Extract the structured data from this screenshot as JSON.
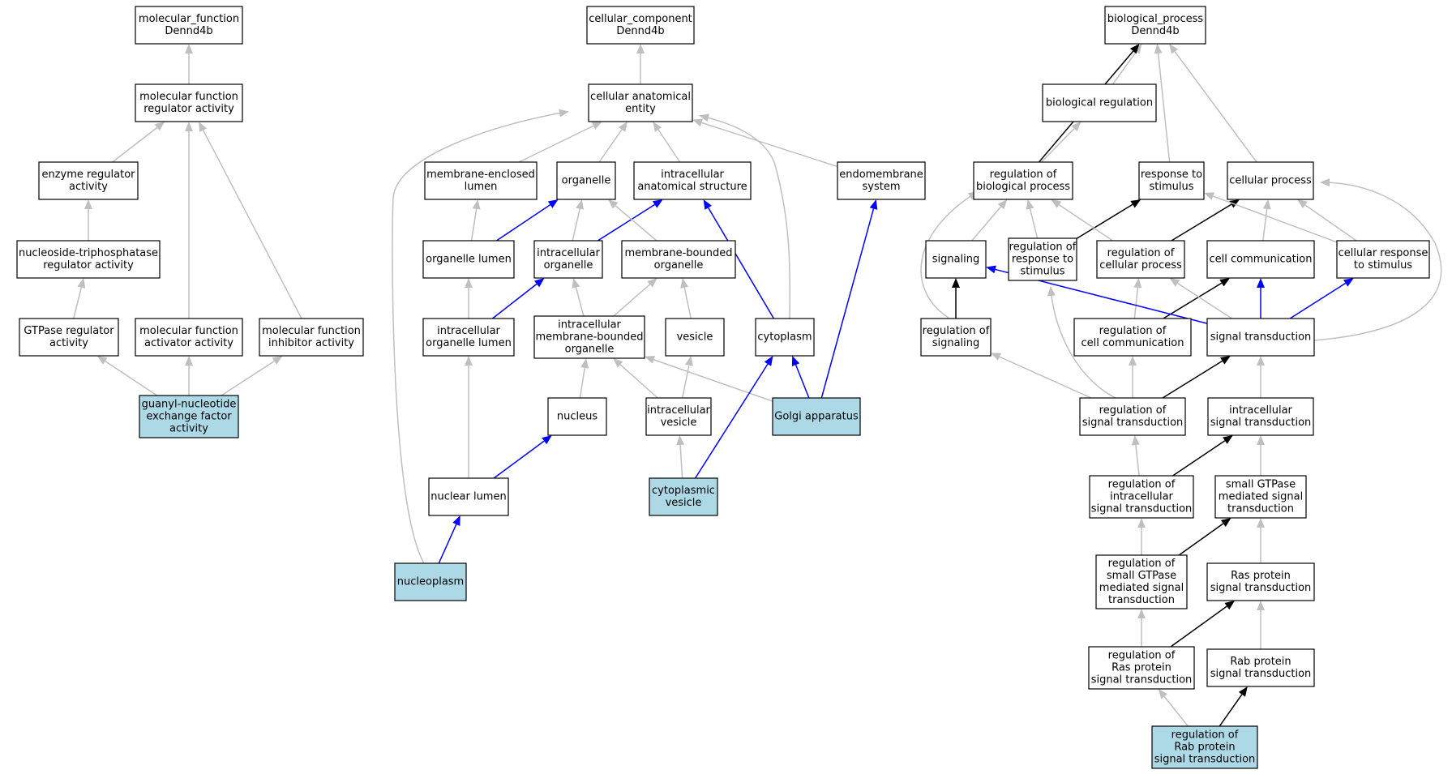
{
  "colors": {
    "is_a": "#bfbfbf",
    "part_of": "#0000ff",
    "regulates": "#000000",
    "annotated_fill": "#add8e6",
    "node_fill": "#ffffff"
  },
  "nodes": [
    {
      "id": "mf_root",
      "lines": [
        "molecular_function",
        "Dennd4b"
      ],
      "annotated": false
    },
    {
      "id": "mf_regulator",
      "lines": [
        "molecular function",
        "regulator activity"
      ],
      "annotated": false
    },
    {
      "id": "enzyme_regulator",
      "lines": [
        "enzyme regulator",
        "activity"
      ],
      "annotated": false
    },
    {
      "id": "ntpase_regulator",
      "lines": [
        "nucleoside-triphosphatase",
        "regulator activity"
      ],
      "annotated": false
    },
    {
      "id": "gtpase_regulator",
      "lines": [
        "GTPase regulator",
        "activity"
      ],
      "annotated": false
    },
    {
      "id": "mf_activator",
      "lines": [
        "molecular function",
        "activator activity"
      ],
      "annotated": false
    },
    {
      "id": "mf_inhibitor",
      "lines": [
        "molecular function",
        "inhibitor activity"
      ],
      "annotated": false
    },
    {
      "id": "gnef",
      "lines": [
        "guanyl-nucleotide",
        "exchange factor",
        "activity"
      ],
      "annotated": true
    },
    {
      "id": "cc_root",
      "lines": [
        "cellular_component",
        "Dennd4b"
      ],
      "annotated": false
    },
    {
      "id": "cae",
      "lines": [
        "cellular anatomical",
        "entity"
      ],
      "annotated": false
    },
    {
      "id": "mem_enclosed_lumen",
      "lines": [
        "membrane-enclosed",
        "lumen"
      ],
      "annotated": false
    },
    {
      "id": "organelle",
      "lines": [
        "organelle"
      ],
      "annotated": false
    },
    {
      "id": "ias",
      "lines": [
        "intracellular",
        "anatomical structure"
      ],
      "annotated": false
    },
    {
      "id": "endomembrane",
      "lines": [
        "endomembrane",
        "system"
      ],
      "annotated": false
    },
    {
      "id": "organelle_lumen",
      "lines": [
        "organelle lumen"
      ],
      "annotated": false
    },
    {
      "id": "intra_organelle",
      "lines": [
        "intracellular",
        "organelle"
      ],
      "annotated": false
    },
    {
      "id": "mem_bounded_org",
      "lines": [
        "membrane-bounded",
        "organelle"
      ],
      "annotated": false
    },
    {
      "id": "intra_org_lumen",
      "lines": [
        "intracellular",
        "organelle lumen"
      ],
      "annotated": false
    },
    {
      "id": "intra_mb_org",
      "lines": [
        "intracellular",
        "membrane-bounded",
        "organelle"
      ],
      "annotated": false
    },
    {
      "id": "vesicle",
      "lines": [
        "vesicle"
      ],
      "annotated": false
    },
    {
      "id": "cytoplasm",
      "lines": [
        "cytoplasm"
      ],
      "annotated": false
    },
    {
      "id": "nucleus",
      "lines": [
        "nucleus"
      ],
      "annotated": false
    },
    {
      "id": "intra_vesicle",
      "lines": [
        "intracellular",
        "vesicle"
      ],
      "annotated": false
    },
    {
      "id": "golgi",
      "lines": [
        "Golgi apparatus"
      ],
      "annotated": true
    },
    {
      "id": "nuclear_lumen",
      "lines": [
        "nuclear lumen"
      ],
      "annotated": false
    },
    {
      "id": "cyto_vesicle",
      "lines": [
        "cytoplasmic",
        "vesicle"
      ],
      "annotated": true
    },
    {
      "id": "nucleoplasm",
      "lines": [
        "nucleoplasm"
      ],
      "annotated": true
    },
    {
      "id": "bp_root",
      "lines": [
        "biological_process",
        "Dennd4b"
      ],
      "annotated": false
    },
    {
      "id": "bio_regulation",
      "lines": [
        "biological regulation"
      ],
      "annotated": false
    },
    {
      "id": "reg_bio_process",
      "lines": [
        "regulation of",
        "biological process"
      ],
      "annotated": false
    },
    {
      "id": "resp_stimulus",
      "lines": [
        "response to",
        "stimulus"
      ],
      "annotated": false
    },
    {
      "id": "cell_process",
      "lines": [
        "cellular process"
      ],
      "annotated": false
    },
    {
      "id": "signaling",
      "lines": [
        "signaling"
      ],
      "annotated": false
    },
    {
      "id": "reg_resp_stim",
      "lines": [
        "regulation of",
        "response to",
        "stimulus"
      ],
      "annotated": false
    },
    {
      "id": "reg_cell_process",
      "lines": [
        "regulation of",
        "cellular process"
      ],
      "annotated": false
    },
    {
      "id": "cell_comm",
      "lines": [
        "cell communication"
      ],
      "annotated": false
    },
    {
      "id": "cell_resp_stim",
      "lines": [
        "cellular response",
        "to stimulus"
      ],
      "annotated": false
    },
    {
      "id": "reg_signaling",
      "lines": [
        "regulation of",
        "signaling"
      ],
      "annotated": false
    },
    {
      "id": "reg_cell_comm",
      "lines": [
        "regulation of",
        "cell communication"
      ],
      "annotated": false
    },
    {
      "id": "sig_trans",
      "lines": [
        "signal transduction"
      ],
      "annotated": false
    },
    {
      "id": "reg_sig_trans",
      "lines": [
        "regulation of",
        "signal transduction"
      ],
      "annotated": false
    },
    {
      "id": "intra_sig_trans",
      "lines": [
        "intracellular",
        "signal transduction"
      ],
      "annotated": false
    },
    {
      "id": "reg_intra_sig",
      "lines": [
        "regulation of",
        "intracellular",
        "signal transduction"
      ],
      "annotated": false
    },
    {
      "id": "small_gtpase_sig",
      "lines": [
        "small GTPase",
        "mediated signal",
        "transduction"
      ],
      "annotated": false
    },
    {
      "id": "reg_small_gtpase",
      "lines": [
        "regulation of",
        "small GTPase",
        "mediated signal",
        "transduction"
      ],
      "annotated": false
    },
    {
      "id": "ras_sig",
      "lines": [
        "Ras protein",
        "signal transduction"
      ],
      "annotated": false
    },
    {
      "id": "reg_ras",
      "lines": [
        "regulation of",
        "Ras protein",
        "signal transduction"
      ],
      "annotated": false
    },
    {
      "id": "rab_sig",
      "lines": [
        "Rab protein",
        "signal transduction"
      ],
      "annotated": false
    },
    {
      "id": "reg_rab",
      "lines": [
        "regulation of",
        "Rab protein",
        "signal transduction"
      ],
      "annotated": true
    }
  ],
  "edges": [
    {
      "from": "mf_regulator",
      "to": "mf_root",
      "type": "is_a"
    },
    {
      "from": "enzyme_regulator",
      "to": "mf_regulator",
      "type": "is_a"
    },
    {
      "from": "ntpase_regulator",
      "to": "enzyme_regulator",
      "type": "is_a"
    },
    {
      "from": "gtpase_regulator",
      "to": "ntpase_regulator",
      "type": "is_a"
    },
    {
      "from": "mf_activator",
      "to": "mf_regulator",
      "type": "is_a"
    },
    {
      "from": "mf_inhibitor",
      "to": "mf_regulator",
      "type": "is_a"
    },
    {
      "from": "gnef",
      "to": "gtpase_regulator",
      "type": "is_a"
    },
    {
      "from": "gnef",
      "to": "mf_activator",
      "type": "is_a"
    },
    {
      "from": "gnef",
      "to": "mf_inhibitor",
      "type": "is_a"
    },
    {
      "from": "cae",
      "to": "cc_root",
      "type": "is_a"
    },
    {
      "from": "mem_enclosed_lumen",
      "to": "cae",
      "type": "is_a"
    },
    {
      "from": "organelle",
      "to": "cae",
      "type": "is_a"
    },
    {
      "from": "ias",
      "to": "cae",
      "type": "is_a"
    },
    {
      "from": "endomembrane",
      "to": "cae",
      "type": "is_a"
    },
    {
      "from": "cytoplasm",
      "to": "cae",
      "type": "is_a"
    },
    {
      "from": "nucleoplasm",
      "to": "cae",
      "type": "is_a"
    },
    {
      "from": "organelle_lumen",
      "to": "mem_enclosed_lumen",
      "type": "is_a"
    },
    {
      "from": "organelle_lumen",
      "to": "organelle",
      "type": "part_of"
    },
    {
      "from": "intra_organelle",
      "to": "organelle",
      "type": "is_a"
    },
    {
      "from": "intra_organelle",
      "to": "ias",
      "type": "part_of"
    },
    {
      "from": "mem_bounded_org",
      "to": "organelle",
      "type": "is_a"
    },
    {
      "from": "intra_org_lumen",
      "to": "organelle_lumen",
      "type": "is_a"
    },
    {
      "from": "intra_org_lumen",
      "to": "intra_organelle",
      "type": "part_of"
    },
    {
      "from": "intra_mb_org",
      "to": "intra_organelle",
      "type": "is_a"
    },
    {
      "from": "intra_mb_org",
      "to": "mem_bounded_org",
      "type": "is_a"
    },
    {
      "from": "vesicle",
      "to": "mem_bounded_org",
      "type": "is_a"
    },
    {
      "from": "cytoplasm",
      "to": "ias",
      "type": "part_of"
    },
    {
      "from": "nucleus",
      "to": "intra_mb_org",
      "type": "is_a"
    },
    {
      "from": "intra_vesicle",
      "to": "intra_mb_org",
      "type": "is_a"
    },
    {
      "from": "intra_vesicle",
      "to": "vesicle",
      "type": "is_a"
    },
    {
      "from": "golgi",
      "to": "intra_mb_org",
      "type": "is_a"
    },
    {
      "from": "golgi",
      "to": "cytoplasm",
      "type": "part_of"
    },
    {
      "from": "golgi",
      "to": "endomembrane",
      "type": "part_of"
    },
    {
      "from": "nuclear_lumen",
      "to": "intra_org_lumen",
      "type": "is_a"
    },
    {
      "from": "nuclear_lumen",
      "to": "nucleus",
      "type": "part_of"
    },
    {
      "from": "cyto_vesicle",
      "to": "intra_vesicle",
      "type": "is_a"
    },
    {
      "from": "cyto_vesicle",
      "to": "cytoplasm",
      "type": "part_of"
    },
    {
      "from": "nucleoplasm",
      "to": "nuclear_lumen",
      "type": "part_of"
    },
    {
      "from": "bio_regulation",
      "to": "bp_root",
      "type": "is_a"
    },
    {
      "from": "reg_bio_process",
      "to": "bp_root",
      "type": "regulates"
    },
    {
      "from": "reg_bio_process",
      "to": "bio_regulation",
      "type": "is_a"
    },
    {
      "from": "resp_stimulus",
      "to": "bp_root",
      "type": "is_a"
    },
    {
      "from": "cell_process",
      "to": "bp_root",
      "type": "is_a"
    },
    {
      "from": "signaling",
      "to": "reg_bio_process",
      "type": "is_a"
    },
    {
      "from": "reg_resp_stim",
      "to": "reg_bio_process",
      "type": "is_a"
    },
    {
      "from": "reg_resp_stim",
      "to": "resp_stimulus",
      "type": "regulates"
    },
    {
      "from": "reg_cell_process",
      "to": "reg_bio_process",
      "type": "is_a"
    },
    {
      "from": "reg_cell_process",
      "to": "cell_process",
      "type": "regulates"
    },
    {
      "from": "cell_comm",
      "to": "cell_process",
      "type": "is_a"
    },
    {
      "from": "cell_resp_stim",
      "to": "cell_process",
      "type": "is_a"
    },
    {
      "from": "cell_resp_stim",
      "to": "resp_stimulus",
      "type": "is_a"
    },
    {
      "from": "reg_signaling",
      "to": "signaling",
      "type": "regulates"
    },
    {
      "from": "reg_signaling",
      "to": "reg_bio_process",
      "type": "is_a"
    },
    {
      "from": "reg_cell_comm",
      "to": "reg_cell_process",
      "type": "is_a"
    },
    {
      "from": "reg_cell_comm",
      "to": "cell_comm",
      "type": "regulates"
    },
    {
      "from": "sig_trans",
      "to": "signaling",
      "type": "part_of"
    },
    {
      "from": "sig_trans",
      "to": "cell_comm",
      "type": "part_of"
    },
    {
      "from": "sig_trans",
      "to": "cell_resp_stim",
      "type": "part_of"
    },
    {
      "from": "sig_trans",
      "to": "reg_cell_process",
      "type": "is_a"
    },
    {
      "from": "sig_trans",
      "to": "cell_process",
      "type": "is_a"
    },
    {
      "from": "reg_sig_trans",
      "to": "reg_signaling",
      "type": "is_a"
    },
    {
      "from": "reg_sig_trans",
      "to": "reg_cell_comm",
      "type": "is_a"
    },
    {
      "from": "reg_sig_trans",
      "to": "reg_resp_stim",
      "type": "is_a"
    },
    {
      "from": "reg_sig_trans",
      "to": "sig_trans",
      "type": "regulates"
    },
    {
      "from": "intra_sig_trans",
      "to": "sig_trans",
      "type": "is_a"
    },
    {
      "from": "reg_intra_sig",
      "to": "reg_sig_trans",
      "type": "is_a"
    },
    {
      "from": "reg_intra_sig",
      "to": "intra_sig_trans",
      "type": "regulates"
    },
    {
      "from": "small_gtpase_sig",
      "to": "intra_sig_trans",
      "type": "is_a"
    },
    {
      "from": "reg_small_gtpase",
      "to": "reg_intra_sig",
      "type": "is_a"
    },
    {
      "from": "reg_small_gtpase",
      "to": "small_gtpase_sig",
      "type": "regulates"
    },
    {
      "from": "ras_sig",
      "to": "small_gtpase_sig",
      "type": "is_a"
    },
    {
      "from": "reg_ras",
      "to": "reg_small_gtpase",
      "type": "is_a"
    },
    {
      "from": "reg_ras",
      "to": "ras_sig",
      "type": "regulates"
    },
    {
      "from": "rab_sig",
      "to": "ras_sig",
      "type": "is_a"
    },
    {
      "from": "reg_rab",
      "to": "reg_ras",
      "type": "is_a"
    },
    {
      "from": "reg_rab",
      "to": "rab_sig",
      "type": "regulates"
    }
  ]
}
